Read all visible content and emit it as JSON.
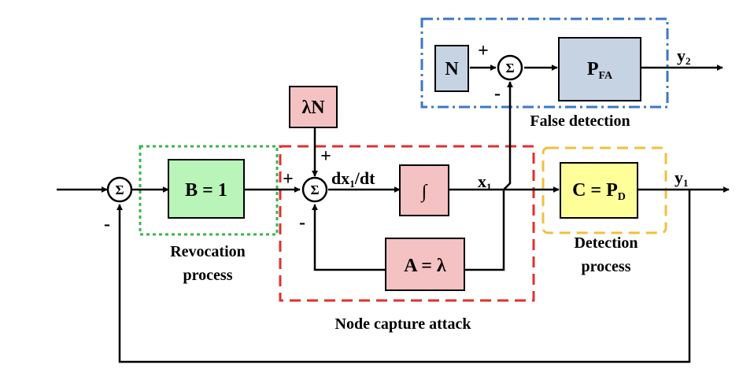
{
  "blocks": {
    "B": {
      "main": "B = 1"
    },
    "integrator": {
      "main": "∫"
    },
    "A": {
      "main": "A = λ"
    },
    "C": {
      "main": "C = P",
      "sub": "D"
    },
    "lambdaN": {
      "main": "λN"
    },
    "N": {
      "main": "N"
    },
    "PFA": {
      "main": "P",
      "sub": "FA"
    }
  },
  "signals": {
    "dx1dt": {
      "main": "dx",
      "sub": "1",
      "tail": "/dt"
    },
    "x1": {
      "main": "x",
      "sub": "1"
    },
    "y1": {
      "main": "y",
      "sub": "1"
    },
    "y2": {
      "main": "y",
      "sub": "2"
    }
  },
  "summing_junction": "Σ",
  "signs": {
    "plus": "+",
    "minus": "-"
  },
  "groups": {
    "revocation_line1": "Revocation",
    "revocation_line2": "process",
    "node_capture": "Node capture attack",
    "detection_line1": "Detection",
    "detection_line2": "process",
    "false_detection": "False detection"
  },
  "colors": {
    "revocation_border": "#3cb44b",
    "node_capture_border": "#e03030",
    "detection_border": "#f0c040",
    "false_detection_border": "#3b78c4",
    "block_green": "#b9f5b9",
    "block_pink": "#f4c2c2",
    "block_yellow": "#ffff99",
    "block_blue": "#c6d3e3"
  }
}
